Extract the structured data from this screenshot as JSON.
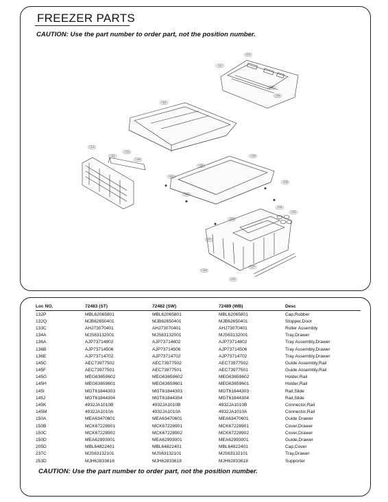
{
  "header": {
    "title": "FREEZER PARTS",
    "caution": "CAUTION: Use the part number to order part, not the position number."
  },
  "diagram": {
    "callouts": [
      "145J",
      "145C",
      "145K",
      "136E",
      "134A",
      "145G",
      "145H",
      "145F",
      "136B",
      "150B",
      "136A",
      "150D",
      "150A",
      "145M",
      "133C",
      "132P",
      "150C",
      "132Q",
      "253D",
      "205D",
      "237C"
    ]
  },
  "table": {
    "headers": [
      "Loc NO.",
      "72483 (ST)",
      "72482 (SW)",
      "72489 (WB)",
      "Desc"
    ],
    "rows": [
      [
        "132P",
        "MBL62065801",
        "MBL62065801",
        "MBL62065801",
        "Cap,Rubber"
      ],
      [
        "132Q",
        "MJB62650401",
        "MJB62650401",
        "MJB62650401",
        "Stopper,Door"
      ],
      [
        "133C",
        "AHJ73070401",
        "AHJ73070401",
        "AHJ73070401",
        "Roller Assembly"
      ],
      [
        "134A",
        "MJS63132001",
        "MJS63132001",
        "MJS63132001",
        "Tray,Drawer"
      ],
      [
        "136A",
        "AJP73714802",
        "AJP73714802",
        "AJP73714802",
        "Tray Assembly,Drawer"
      ],
      [
        "136B",
        "AJP73714506",
        "AJP73714506",
        "AJP73714506",
        "Tray Assembly,Drawer"
      ],
      [
        "136E",
        "AJP73714702",
        "AJP73714702",
        "AJP73714702",
        "Tray Assembly,Drawer"
      ],
      [
        "145C",
        "AEC73977502",
        "AEC73977502",
        "AEC73977502",
        "Guide Assembly,Rail"
      ],
      [
        "145F",
        "AEC73977501",
        "AEC73977501",
        "AEC73977501",
        "Guide Assembly,Rail"
      ],
      [
        "145G",
        "MEG63659602",
        "MEG63659602",
        "MEG63659602",
        "Holder,Rail"
      ],
      [
        "145H",
        "MEG63659601",
        "MEG63659601",
        "MEG63659601",
        "Holder,Rail"
      ],
      [
        "145I",
        "MGT61844303",
        "MGT61844303",
        "MGT61844303",
        "Rail,Slide"
      ],
      [
        "145J",
        "MGT61844304",
        "MGT61844304",
        "MGT61844304",
        "Rail,Slide"
      ],
      [
        "145K",
        "4932JA1010B",
        "4932JA1010B",
        "4932JA1010B",
        "Connector,Rail"
      ],
      [
        "145M",
        "4932JA1010A",
        "4932JA1010A",
        "4932JA1010A",
        "Connector,Rail"
      ],
      [
        "150A",
        "MEA63470601",
        "MEA63470601",
        "MEA63470601",
        "Guide Drawer"
      ],
      [
        "150B",
        "MCK67228901",
        "MCK67228901",
        "MCK67228901",
        "Cover,Drawer"
      ],
      [
        "150C",
        "MCK67228902",
        "MCK67228902",
        "MCK67228902",
        "Cover,Drawer"
      ],
      [
        "150D",
        "MEA62993001",
        "MEA62993001",
        "MEA62993001",
        "Guide,Drawer"
      ],
      [
        "205D",
        "MBL64822401",
        "MBL64822401",
        "MBL64822401",
        "Cap,Cover"
      ],
      [
        "237C",
        "MJS63132101",
        "MJS63132101",
        "MJS63132101",
        "Tray,Drawer"
      ],
      [
        "253D",
        "MJH62833618",
        "MJH62833618",
        "MJH62833618",
        "Supporter"
      ]
    ]
  }
}
